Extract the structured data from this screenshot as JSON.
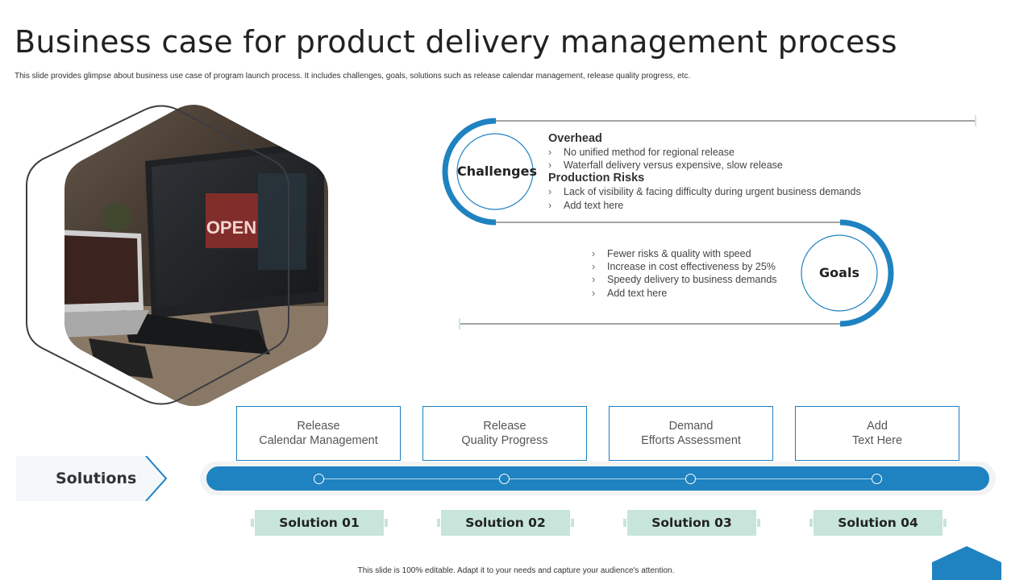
{
  "title": "Business case for product delivery management process",
  "subtitle": "This slide provides glimpse about business use case of program launch process. It includes challenges, goals, solutions such as release calendar management, release quality progress, etc.",
  "challenges": {
    "label": "Challenges",
    "sections": [
      {
        "heading": "Overhead",
        "items": [
          "No unified method for regional release",
          "Waterfall delivery versus expensive, slow release"
        ]
      },
      {
        "heading": "Production Risks",
        "items": [
          "Lack of visibility & facing difficulty during urgent business demands",
          "Add text here"
        ]
      }
    ]
  },
  "goals": {
    "label": "Goals",
    "items": [
      "Fewer risks & quality with speed",
      "Increase in cost effectiveness by 25%",
      "Speedy delivery to business demands",
      "Add text here"
    ]
  },
  "solutions": {
    "label": "Solutions",
    "boxes": [
      {
        "line1": "Release",
        "line2": "Calendar Management",
        "tag": "Solution 01"
      },
      {
        "line1": "Release",
        "line2": "Quality Progress",
        "tag": "Solution 02"
      },
      {
        "line1": "Demand",
        "line2": "Efforts Assessment",
        "tag": "Solution 03"
      },
      {
        "line1": "Add",
        "line2": "Text Here",
        "tag": "Solution 04"
      }
    ]
  },
  "footer": "This slide is 100% editable. Adapt it to your needs and capture your audience's attention.",
  "bullet_glyph": "›",
  "colors": {
    "accent": "#1f82c1",
    "tag": "#c7e5da",
    "text": "#333333"
  }
}
